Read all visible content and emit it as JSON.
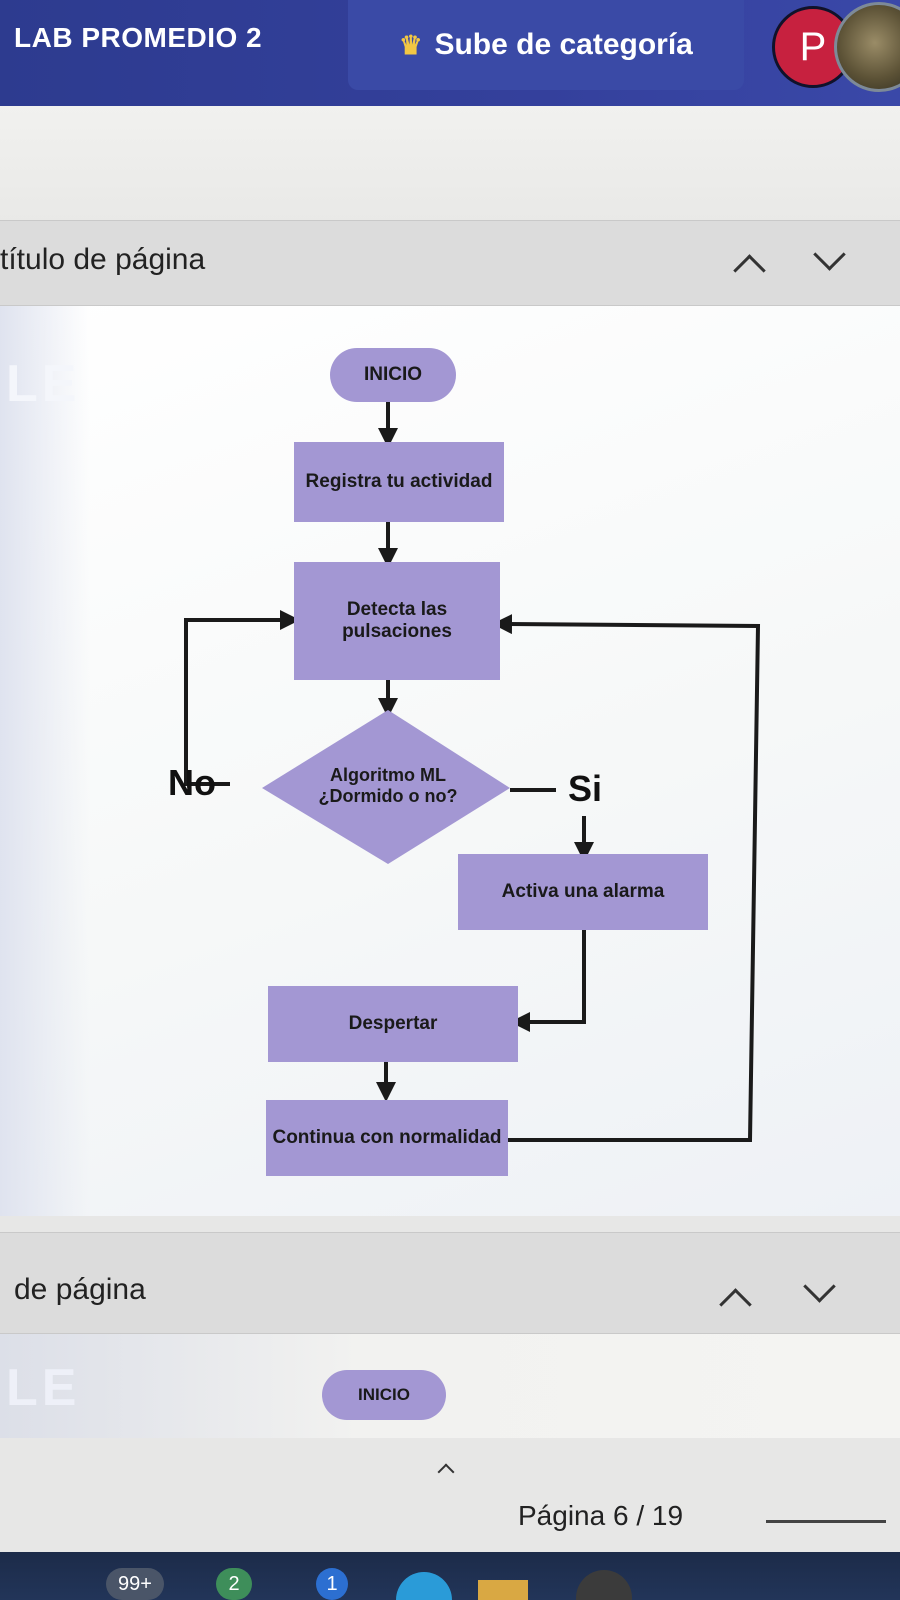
{
  "header": {
    "doc_title": "LAB PROMEDIO 2",
    "upgrade_label": "Sube de categoría",
    "avatar_letter": "P",
    "brand_color": "#2d3b8f",
    "avatar_color": "#c7213f"
  },
  "page_bar_1": {
    "label": "título de página"
  },
  "page_bar_2": {
    "label": "de página"
  },
  "page_text_fragment": "LE",
  "flowchart": {
    "fill_color": "#a397d3",
    "start": "INICIO",
    "step_register": "Registra tu actividad",
    "step_detect_line1": "Detecta las",
    "step_detect_line2": "pulsaciones",
    "decision_line1": "Algoritmo ML",
    "decision_line2": "¿Dormido o no?",
    "label_no": "No",
    "label_yes": "Si",
    "step_alarm": "Activa una alarma",
    "step_wake": "Despertar",
    "step_continue": "Continua con normalidad"
  },
  "next_page": {
    "start_label": "INICIO"
  },
  "footer": {
    "page_indicator": "Página 6 / 19"
  },
  "taskbar": {
    "badge_mail": "99+",
    "badge_chat": "2",
    "badge_other": "1"
  }
}
